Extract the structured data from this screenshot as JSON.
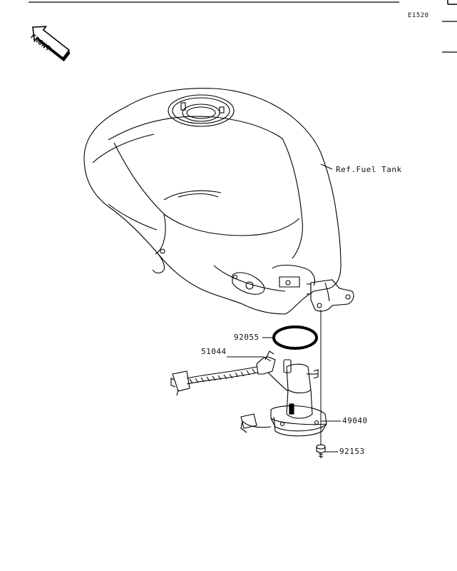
{
  "diagram": {
    "code": "E1520",
    "orientation_marker": "FRONT",
    "reference_label": "Ref.Fuel Tank",
    "parts": [
      {
        "number": "92055",
        "description": "O-ring"
      },
      {
        "number": "51044",
        "description": "fuel pump lead / hose"
      },
      {
        "number": "49040",
        "description": "fuel pump assembly"
      },
      {
        "number": "92153",
        "description": "bolt"
      }
    ]
  }
}
